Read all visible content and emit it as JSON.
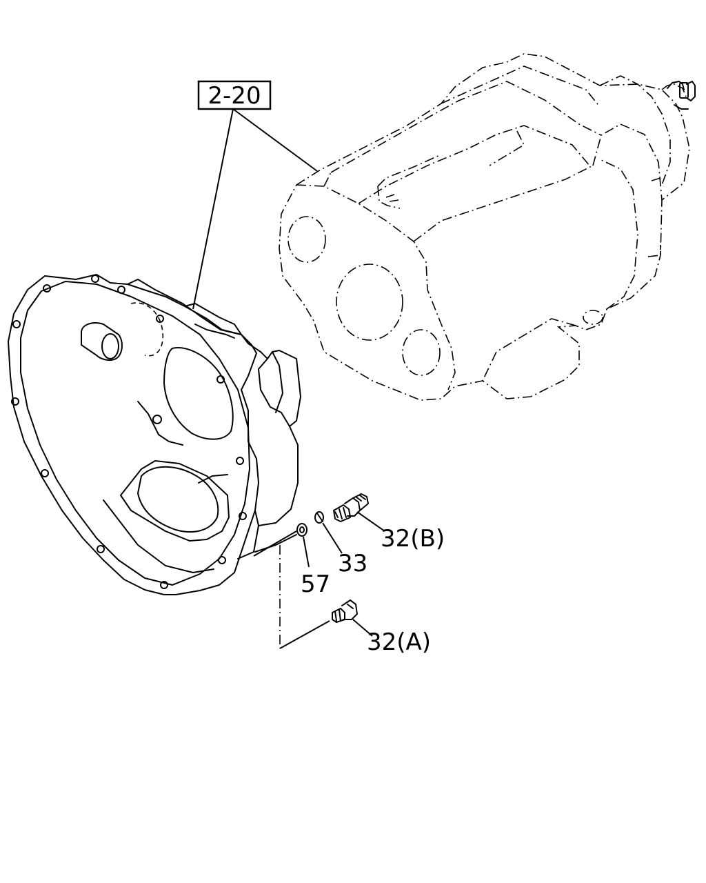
{
  "callouts": {
    "ref_2_20": "2-20",
    "part_32b": "32(B)",
    "part_33": "33",
    "part_57": "57",
    "part_32a": "32(A)"
  }
}
